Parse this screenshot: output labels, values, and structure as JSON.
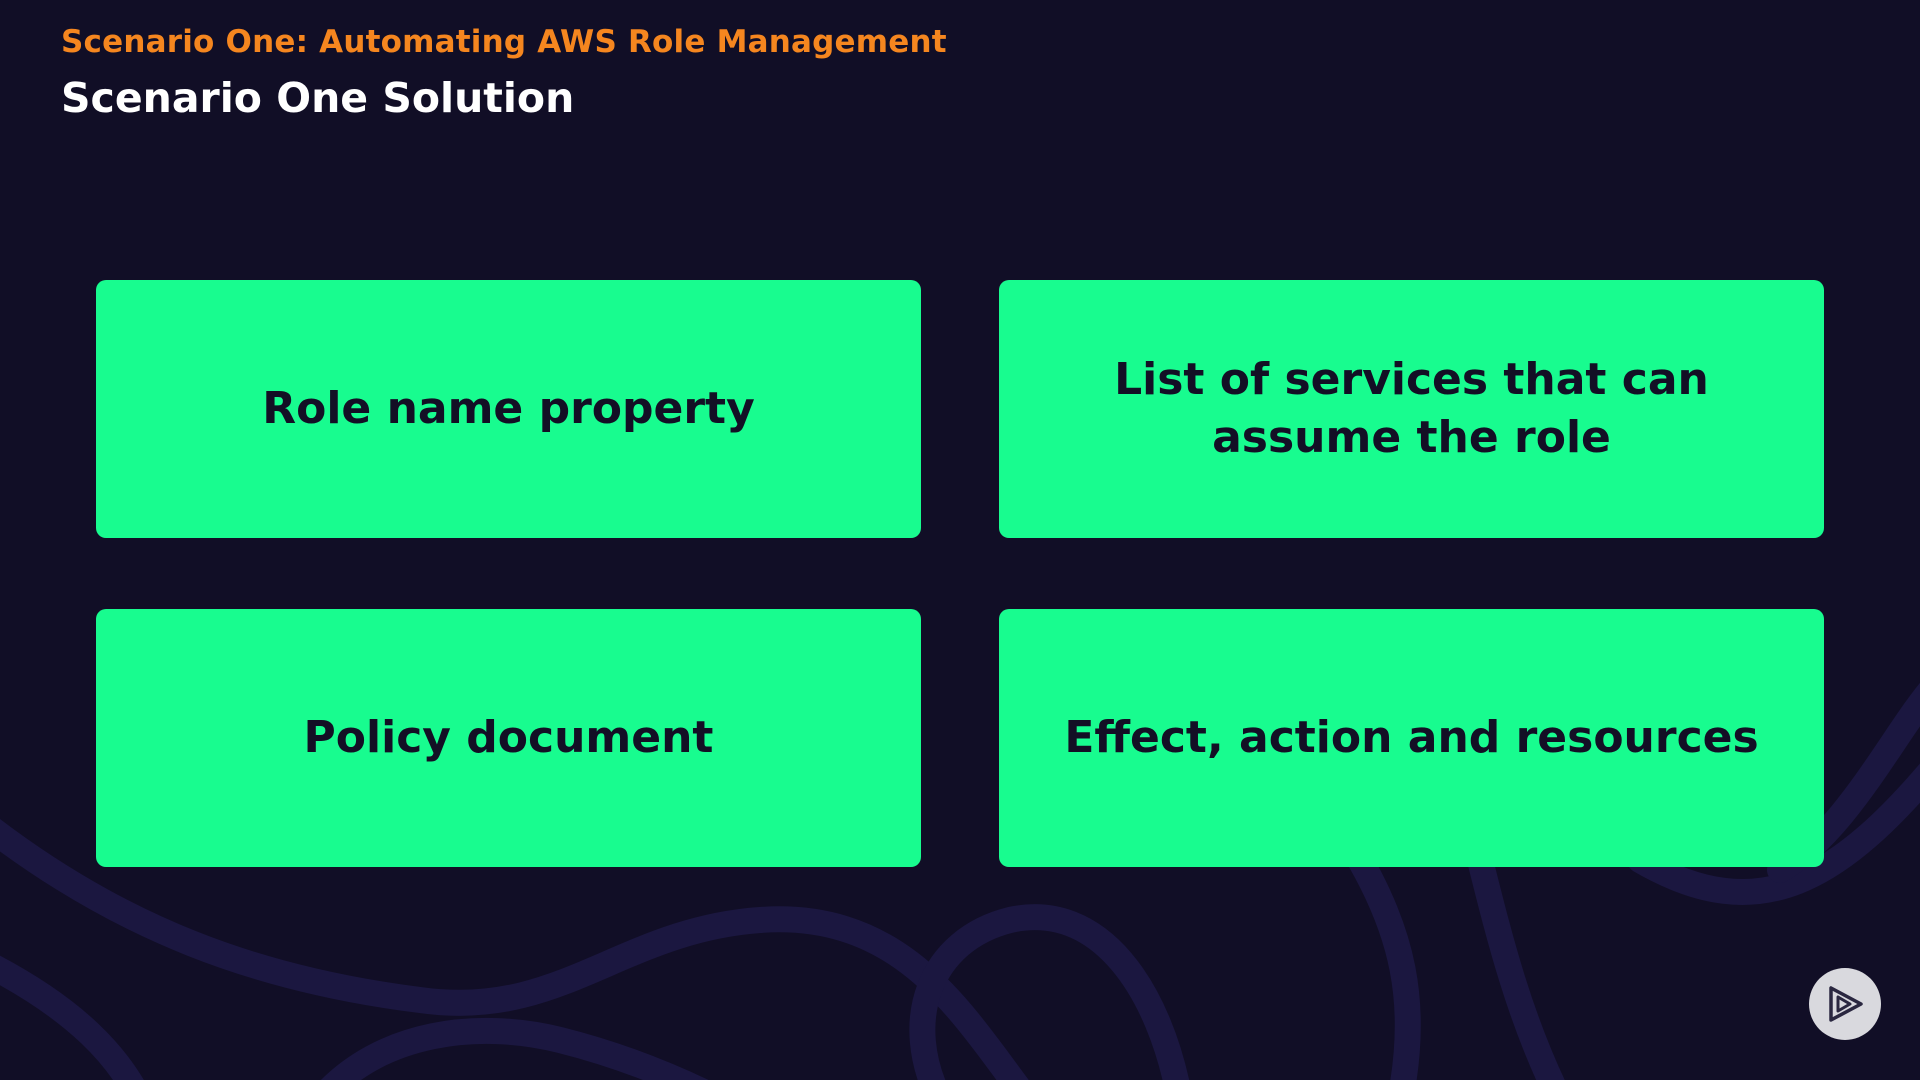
{
  "header": {
    "subtitle": "Scenario One: Automating AWS Role Management",
    "title": "Scenario One Solution"
  },
  "cards": [
    {
      "label": "Role name property"
    },
    {
      "label": "List of services that can assume the role"
    },
    {
      "label": "Policy document"
    },
    {
      "label": "Effect, action and resources"
    }
  ],
  "play_button": {
    "icon": "play-logo-icon"
  },
  "colors": {
    "background": "#110e26",
    "accent_orange": "#f5861f",
    "card_green": "#18fc8f",
    "card_text": "#130f25",
    "title_white": "#ffffff"
  }
}
